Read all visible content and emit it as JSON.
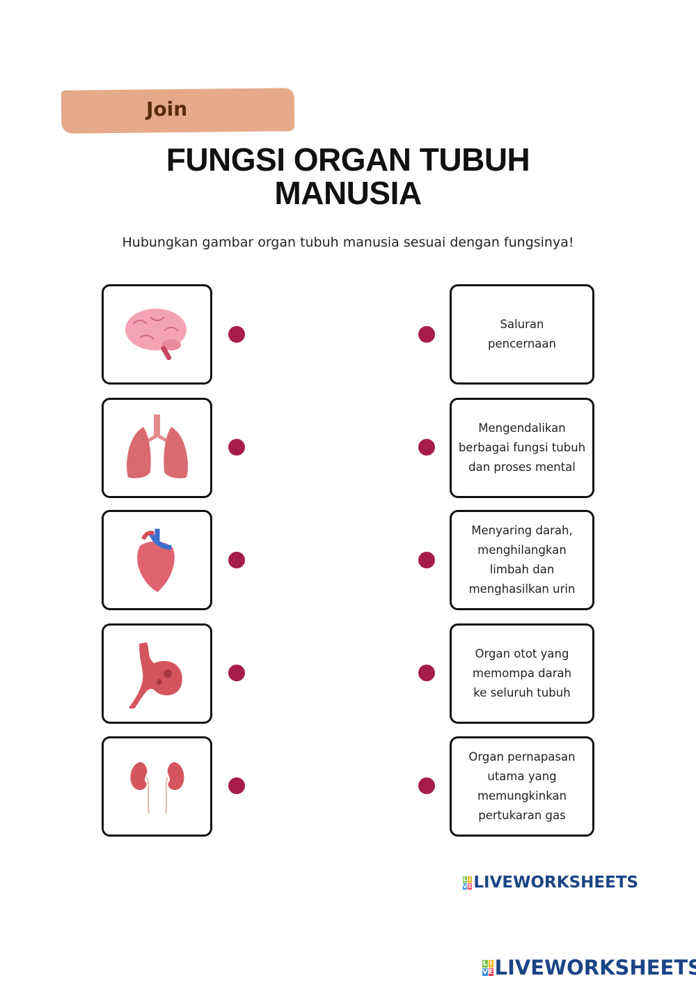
{
  "header": {
    "tag": "Join",
    "title_line1": "FUNGSI ORGAN TUBUH",
    "title_line2": "MANUSIA",
    "instruction": "Hubungkan gambar organ tubuh manusia sesuai dengan fungsinya!"
  },
  "left_items": [
    {
      "icon": "brain-icon"
    },
    {
      "icon": "lungs-icon"
    },
    {
      "icon": "heart-icon"
    },
    {
      "icon": "stomach-icon"
    },
    {
      "icon": "kidneys-icon"
    }
  ],
  "right_items": [
    {
      "text": "Saluran pencernaan"
    },
    {
      "text": "Mengendalikan berbagai fungsi tubuh dan proses mental"
    },
    {
      "text": "Menyaring darah, menghilangkan limbah dan menghasilkan urin"
    },
    {
      "text": "Organ otot yang memompa darah ke seluruh tubuh"
    },
    {
      "text": "Organ pernapasan utama yang memungkinkan pertukaran gas"
    }
  ],
  "footer": {
    "logo_text": "LIVEWORKSHEETS",
    "logo_letters": [
      "L",
      "I",
      "V",
      "E"
    ]
  },
  "colors": {
    "dot": "#a61d4a",
    "tag": "#e6a98a",
    "logo": "#1a4585"
  }
}
